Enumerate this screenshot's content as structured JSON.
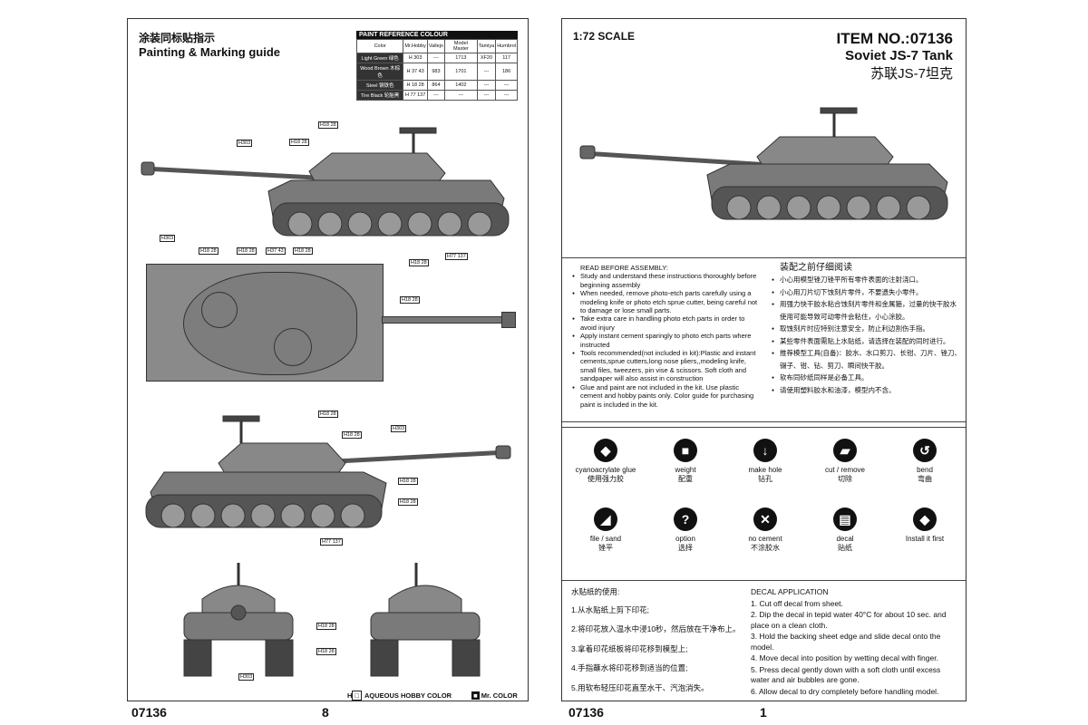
{
  "left_page": {
    "title_zh": "涂装同标贴指示",
    "title_en": "Painting & Marking guide",
    "page_code": "07136",
    "page_number": "8",
    "paint_table": {
      "caption": "PAINT REFERENCE COLOUR",
      "headers": [
        "Color",
        "Mr.Hobby",
        "Vallejo",
        "Model Master",
        "Tamiya",
        "Humbrol"
      ],
      "rows": [
        {
          "color": "Light Green 绿色",
          "mrhobby": "H 303",
          "vallejo": "---",
          "modelmaster": "1713",
          "tamiya": "XF20",
          "humbrol": "117"
        },
        {
          "color": "Wood Brown 木棕色",
          "mrhobby": "H 37 43",
          "vallejo": "983",
          "modelmaster": "1701",
          "tamiya": "---",
          "humbrol": "186"
        },
        {
          "color": "Steel 钢铁色",
          "mrhobby": "H 18 28",
          "vallejo": "864",
          "modelmaster": "1402",
          "tamiya": "---",
          "humbrol": "---"
        },
        {
          "color": "Tire Black 轮胎黑",
          "mrhobby": "H 77 137",
          "vallejo": "---",
          "modelmaster": "---",
          "tamiya": "---",
          "humbrol": "---"
        }
      ]
    },
    "callouts": {
      "c1": "H18 28",
      "c2": "H303",
      "c3": "H18 28",
      "c4": "H18 28",
      "c5": "H77 137",
      "c6": "H303",
      "c7": "H18 28",
      "c8": "H18 28",
      "c9": "H37 43",
      "c10": "H18 28",
      "c11": "H18 28",
      "c12": "H18 28",
      "c13": "H18 28",
      "c14": "H303",
      "c15": "H18 28",
      "c16": "H18 28",
      "c17": "H77 137",
      "c18": "H18 28",
      "c19": "H18 28",
      "c20": "H303"
    },
    "legend_aqueous": "AQUEOUS HOBBY COLOR",
    "legend_aqueous_prefix": "H",
    "legend_mrcolor": "Mr. COLOR"
  },
  "right_page": {
    "scale": "1:72 SCALE",
    "item_no": "ITEM NO.:07136",
    "name_en": "Soviet JS-7 Tank",
    "name_zh": "苏联JS-7坦克",
    "page_code": "07136",
    "page_number": "1",
    "read_before": {
      "heading": "READ BEFORE ASSEMBLY:",
      "items": [
        "Study and understand these instructions thoroughly before beginning assembly",
        "When needed, remove photo-etch parts carefully using a modeling knife or photo etch sprue cutter, being careful not to damage or lose small parts.",
        "Take extra care in handling photo etch parts in order to avoid injury",
        "Apply instant cement sparingly to photo etch parts where instructed",
        "Tools recommended(not included in kit):Plastic and instant cements,sprue cutters,long nose pliers,,modeling knife, small files, tweezers, pin vise & scissors. Soft cloth and sandpaper will also assist in construction",
        "Glue and paint are not included in the kit. Use plastic cement and hobby paints only. Color guide for purchasing paint is included in the kit."
      ]
    },
    "read_before_zh": {
      "heading": "装配之前仔细阅读",
      "items": [
        "小心用模型锉刀锉平所有零件表面的注射浇口。",
        "小心用刀片切下蚀刻片零件，不要遗失小零件。",
        "用强力快干胶水粘合蚀刻片零件和金属箍，过量的快干胶水使用可能导致可动零件会粘住，小心涂胶。",
        "取蚀刻片时应特别注意安全，防止利边割伤手指。",
        "某些零件表面需贴上水贴纸，请选择在装配的同时进行。",
        "推荐模型工具(自备)：胶水、水口剪刀、长钳、刀片、锉刀、镊子、钳、钻、剪刀、瞬间快干胶。",
        "软布同砂纸同样是必备工具。",
        "请使用塑料胶水和油漆，模型内不含。"
      ]
    },
    "symbols": [
      {
        "en": "cyanoacrylate glue",
        "zh": "使用强力胶",
        "glyph": "◆"
      },
      {
        "en": "weight",
        "zh": "配重",
        "glyph": "■"
      },
      {
        "en": "make hole",
        "zh": "钻孔",
        "glyph": "↓"
      },
      {
        "en": "cut / remove",
        "zh": "切除",
        "glyph": "▰"
      },
      {
        "en": "bend",
        "zh": "弯曲",
        "glyph": "↺"
      },
      {
        "en": "file / sand",
        "zh": "锉平",
        "glyph": "◢"
      },
      {
        "en": "option",
        "zh": "选择",
        "glyph": "?"
      },
      {
        "en": "no cement",
        "zh": "不涂胶水",
        "glyph": "✕"
      },
      {
        "en": "decal",
        "zh": "贴纸",
        "glyph": "▤"
      },
      {
        "en": "Install it first",
        "zh": "",
        "glyph": "◆"
      }
    ],
    "decal_zh": {
      "heading": "水贴纸的使用:",
      "steps": [
        "1.从水贴纸上剪下印花;",
        "2.将印花放入温水中浸10秒，然后放在干净布上。",
        "3.拿着印花纸板将印花移到模型上;",
        "4.手指蘸水将印花移到适当的位置;",
        "5.用软布轻压印花直至水干、汽泡消失。"
      ]
    },
    "decal_en": {
      "heading": "DECAL APPLICATION",
      "steps": [
        "1. Cut off decal from sheet.",
        "2. Dip the decal in tepid water 40°C for about 10 sec. and place on a clean cloth.",
        "3. Hold the backing sheet edge and slide decal onto the model.",
        "4. Move decal into position by wetting decal with finger.",
        "5. Press decal gently down with a soft cloth until excess water and air bubbles are gone.",
        "6. Allow decal to dry completely before handling model."
      ]
    }
  }
}
